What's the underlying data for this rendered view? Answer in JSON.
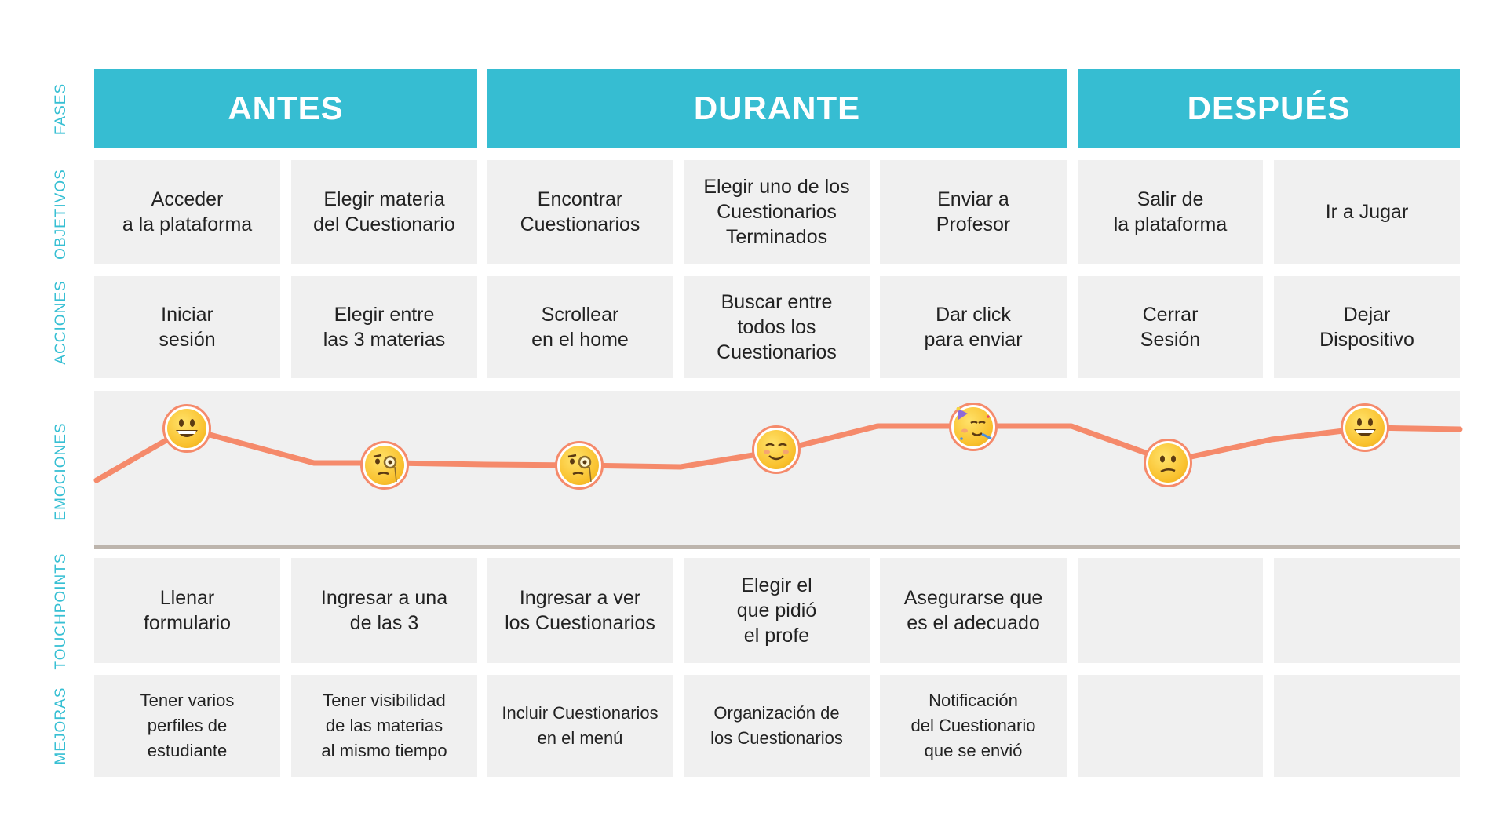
{
  "row_labels": {
    "fases": "FASES",
    "objetivos": "OBJETIVOS",
    "acciones": "ACCIONES",
    "emociones": "EMOCIONES",
    "touchpoints": "TOUCHPOINTS",
    "mejoras": "MEJORAS"
  },
  "phases": [
    "ANTES",
    "DURANTE",
    "DESPUÉS"
  ],
  "objetivos": [
    "Acceder\na la plataforma",
    "Elegir materia\ndel Cuestionario",
    "Encontrar\nCuestionarios",
    "Elegir uno de los\nCuestionarios\nTerminados",
    "Enviar a\nProfesor",
    "Salir de\nla plataforma",
    "Ir a Jugar"
  ],
  "acciones": [
    "Iniciar\nsesión",
    "Elegir entre\nlas 3 materias",
    "Scrollear\nen el home",
    "Buscar entre\ntodos los\nCuestionarios",
    "Dar click\npara enviar",
    "Cerrar\nSesión",
    "Dejar\nDispositivo"
  ],
  "touchpoints": [
    "Llenar\nformulario",
    "Ingresar a una\nde las 3",
    "Ingresar a ver\nlos Cuestionarios",
    "Elegir el\nque pidió\nel profe",
    "Asegurarse que\nes el adecuado",
    "",
    ""
  ],
  "mejoras": [
    "Tener varios\nperfiles de\nestudiante",
    "Tener visibilidad\nde las materias\nal mismo tiempo",
    "Incluir Cuestionarios\nen el menú",
    "Organización de\nlos Cuestionarios",
    "Notificación\ndel Cuestionario\nque se envió",
    "",
    ""
  ],
  "emotions": [
    "grinning-face",
    "face-with-monocle",
    "face-with-monocle",
    "smiling-face",
    "partying-face",
    "confused-face",
    "grinning-face"
  ],
  "colors": {
    "phase_bg": "#36bdd2",
    "label": "#36bfd3",
    "cell_bg": "#f0f0f0",
    "emotion_line": "#f58a6b"
  }
}
